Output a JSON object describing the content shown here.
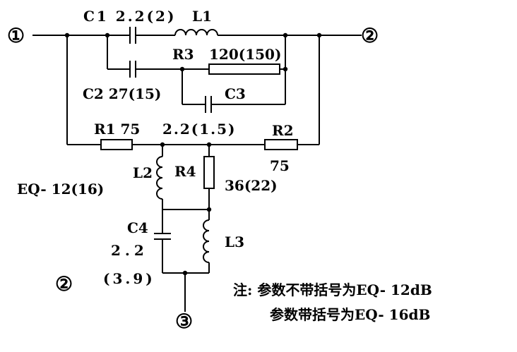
{
  "terminals": {
    "t1": "①",
    "t2": "②",
    "t3": "③",
    "variant_mark": "②"
  },
  "labels": {
    "c1": "C1 2.2(2)",
    "l1": "L1",
    "r3": "R3",
    "r3_value": "120(150)",
    "c2": "C2 27(15)",
    "c3": "C3",
    "r1": "R1 75",
    "mid_value": "2.2(1.5)",
    "r2": "R2",
    "r2_value": "75",
    "eq": "EQ- 12(16)",
    "l2": "L2",
    "r4": "R4",
    "r4_value": "36(22)",
    "c4": "C4",
    "c4_value": "2.2",
    "c4_value_alt": "(3.9)",
    "l3": "L3"
  },
  "note": {
    "line1": "注: 参数不带括号为EQ- 12dB",
    "line2": "参数带括号为EQ- 16dB"
  }
}
